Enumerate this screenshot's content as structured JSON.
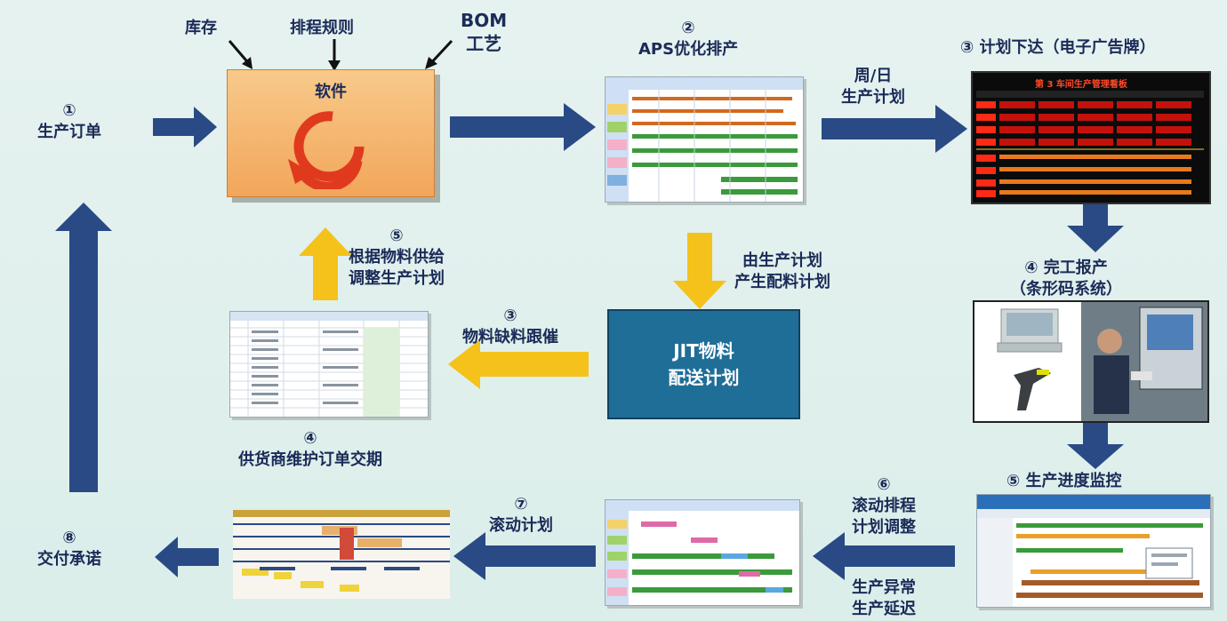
{
  "inputs": {
    "inventory": "库存",
    "scheduling_rules": "排程规则",
    "bom_line1": "BOM",
    "bom_line2": "工艺"
  },
  "software_label": "软件",
  "production_order": {
    "num": "①",
    "text": "生产订单"
  },
  "delivery_promise": {
    "num": "⑧",
    "text": "交付承诺"
  },
  "aps": {
    "num": "②",
    "text": "APS优化排产"
  },
  "week_day_plan": {
    "line1": "周/日",
    "line2": "生产计划"
  },
  "plan_release": {
    "text": "③ 计划下达（电子广告牌）"
  },
  "led_board": {
    "title": "第 3 车间生产管理看板"
  },
  "completion_report": {
    "line1": "④ 完工报产",
    "line2": "（条形码系统）"
  },
  "progress_monitor": {
    "text": "⑤ 生产进度监控"
  },
  "rolling_adjust": {
    "num": "⑥",
    "line1": "滚动排程",
    "line2": "计划调整"
  },
  "exceptions": {
    "line1": "生产异常",
    "line2": "生产延迟"
  },
  "rolling_plan": {
    "num": "⑦",
    "text": "滚动计划"
  },
  "material_plan": {
    "line1": "由生产计划",
    "line2": "产生配料计划"
  },
  "jit": {
    "line1": "JIT物料",
    "line2": "配送计划"
  },
  "shortage": {
    "num": "③",
    "text": "物料缺料跟催"
  },
  "supplier": {
    "num": "④",
    "text": "供货商维护订单交期"
  },
  "adjust_by_supply": {
    "num": "⑤",
    "line1": "根据物料供给",
    "line2": "调整生产计划"
  },
  "colors": {
    "navy_arrow": "#2a4a86",
    "yellow_arrow": "#f4c21a",
    "red_cycle": "#e03a1e",
    "jit_box": "#1f6e98"
  }
}
